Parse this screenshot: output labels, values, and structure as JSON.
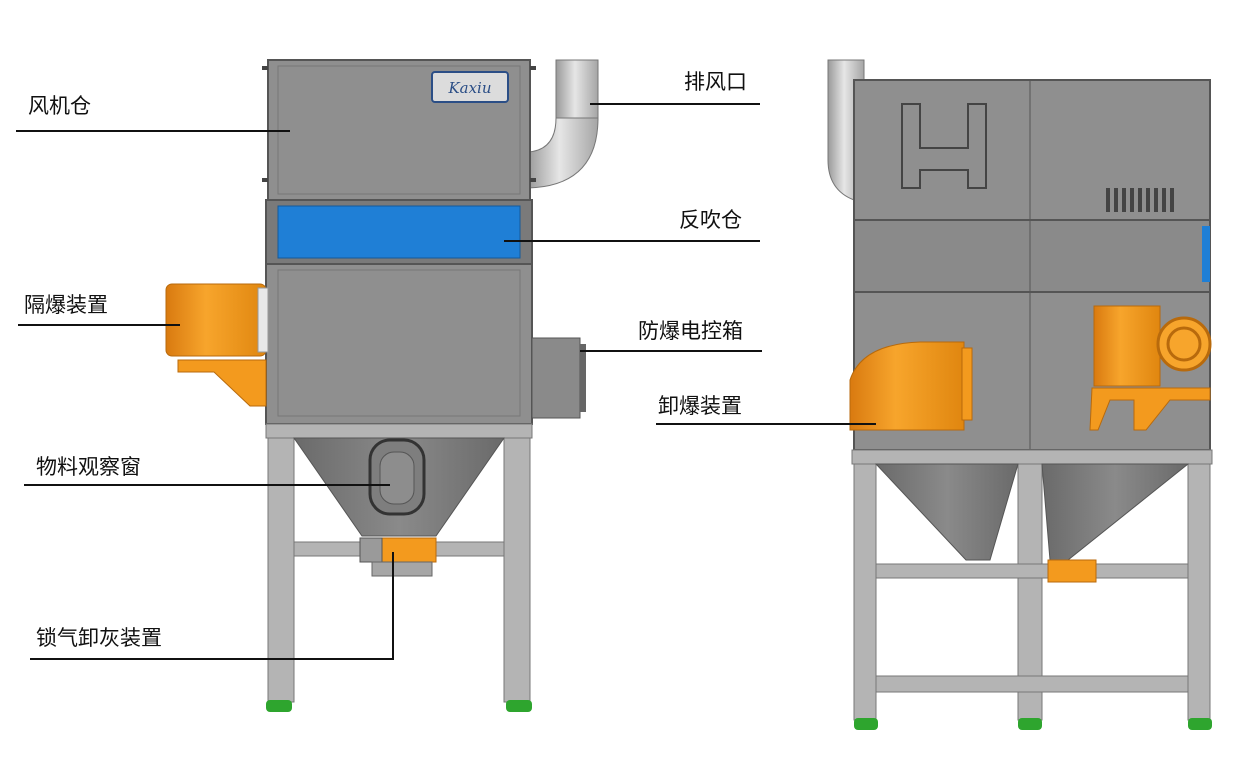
{
  "labels": {
    "fan_chamber": "风机仓",
    "exhaust_outlet": "排风口",
    "pulse_chamber": "反吹仓",
    "flame_arrester": "隔爆装置",
    "explosion_proof_control_box": "防爆电控箱",
    "explosion_vent": "卸爆装置",
    "material_viewing_window": "物料观察窗",
    "airlock_discharge": "锁气卸灰装置"
  },
  "brand": {
    "logo_text": "Kaxiu"
  },
  "colors": {
    "body_gray": "#8f8f8f",
    "body_dark": "#6e6e6e",
    "frame_gray": "#b4b4b4",
    "pulse_blue": "#1f7fd6",
    "orange": "#f39a1e",
    "foot_green": "#2ea52e",
    "line": "#111111"
  }
}
